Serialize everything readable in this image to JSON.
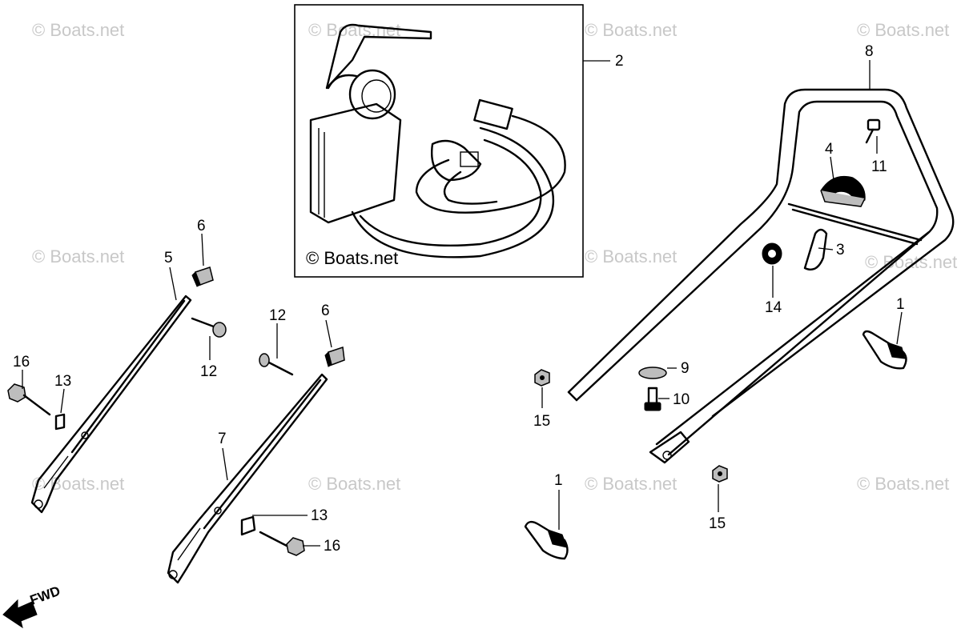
{
  "watermark": "© Boats.net",
  "inset_watermark": "© Boats.net",
  "fwd_label": "FWD",
  "labels": {
    "p1a": "1",
    "p1b": "1",
    "p2": "2",
    "p3": "3",
    "p4": "4",
    "p5": "5",
    "p6a": "6",
    "p6b": "6",
    "p7": "7",
    "p8": "8",
    "p9": "9",
    "p10": "10",
    "p11": "11",
    "p12a": "12",
    "p12b": "12",
    "p13a": "13",
    "p13b": "13",
    "p14": "14",
    "p15a": "15",
    "p15b": "15",
    "p16a": "16",
    "p16b": "16"
  }
}
